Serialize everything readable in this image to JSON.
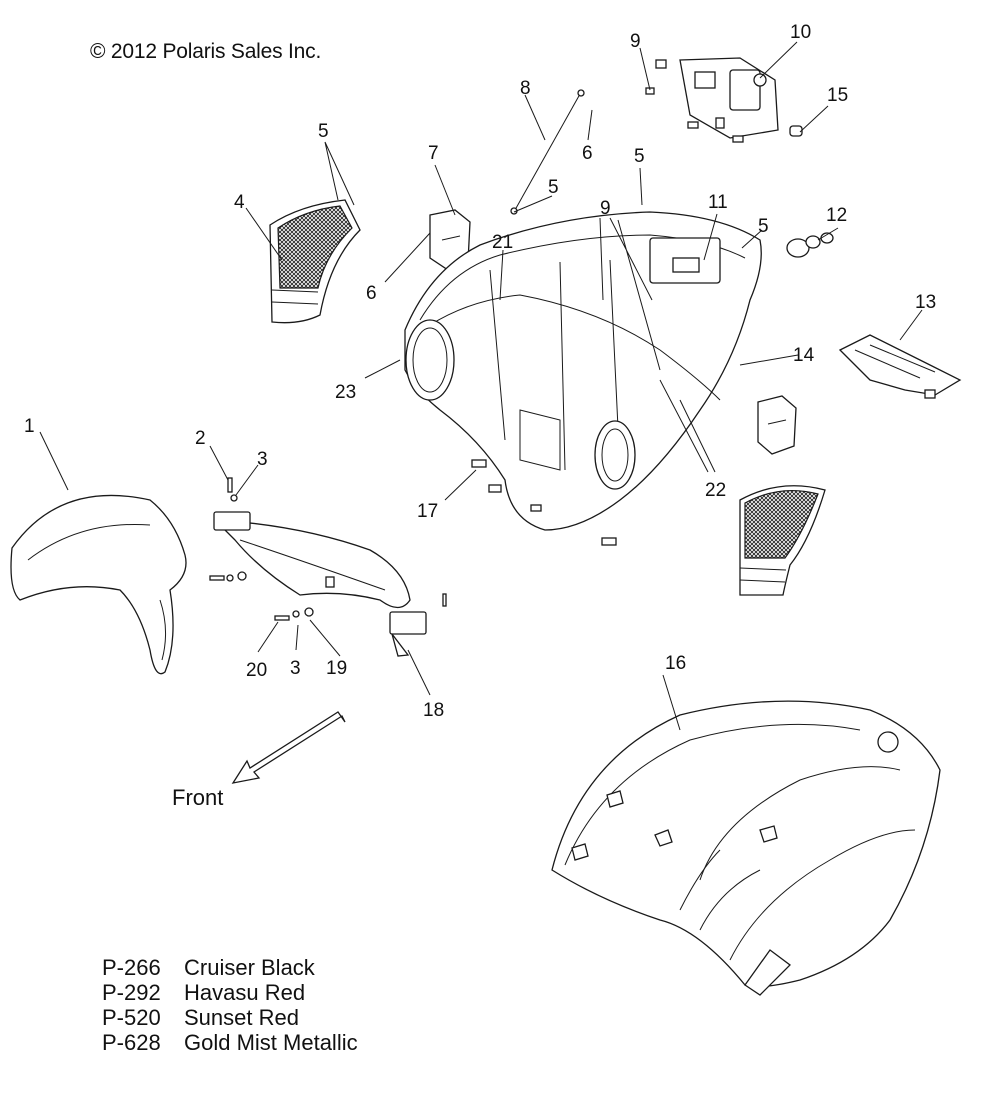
{
  "copyright": "© 2012 Polaris Sales Inc.",
  "front_label": "Front",
  "callouts": [
    "1",
    "2",
    "3",
    "3",
    "4",
    "5",
    "5",
    "5",
    "5",
    "6",
    "6",
    "7",
    "8",
    "9",
    "9",
    "10",
    "11",
    "12",
    "13",
    "14",
    "15",
    "16",
    "17",
    "18",
    "19",
    "20",
    "21",
    "22",
    "23"
  ],
  "color_codes": [
    {
      "code": "P-266",
      "name": "Cruiser Black"
    },
    {
      "code": "P-292",
      "name": "Havasu Red"
    },
    {
      "code": "P-520",
      "name": "Sunset Red"
    },
    {
      "code": "P-628",
      "name": "Gold Mist Metallic"
    }
  ]
}
